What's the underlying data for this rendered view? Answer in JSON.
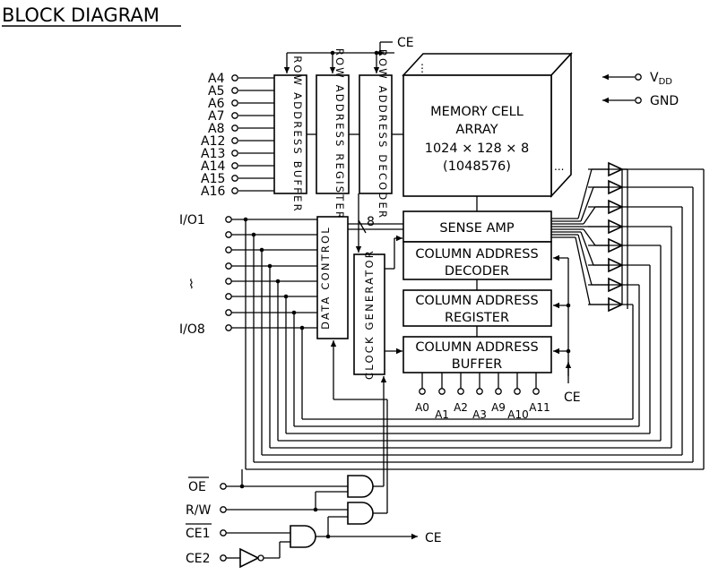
{
  "title": "BLOCK DIAGRAM",
  "address_pins": [
    "A4",
    "A5",
    "A6",
    "A7",
    "A8",
    "A12",
    "A13",
    "A14",
    "A15",
    "A16"
  ],
  "row_blocks": {
    "buffer": "ROW ADDRESS BUFFER",
    "register": "ROW ADDRESS REGISTER",
    "decoder": "ROW ADDRESS DECODER"
  },
  "ce_top": "CE",
  "power": {
    "vdd": "V",
    "vdd_sub": "DD",
    "gnd": "GND"
  },
  "memory": {
    "line1": "MEMORY CELL",
    "line2": "ARRAY",
    "line3": "1024 × 128 × 8",
    "line4": "(1048576)",
    "dots": "...",
    "vdots": "⋮"
  },
  "io_pins": {
    "first": "I/O1",
    "ellipsis": "⌇",
    "last": "I/O8"
  },
  "data_control": "DATA CONTROL",
  "clock_generator": "CLOCK GENERATOR",
  "bus_width": "8",
  "sense_amp": "SENSE AMP",
  "col_decoder": {
    "line1": "COLUMN ADDRESS",
    "line2": "DECODER"
  },
  "col_register": {
    "line1": "COLUMN ADDRESS",
    "line2": "REGISTER"
  },
  "col_buffer": {
    "line1": "COLUMN ADDRESS",
    "line2": "BUFFER"
  },
  "ce_right": "CE",
  "col_pins": [
    "A0",
    "A1",
    "A2",
    "A3",
    "A9",
    "A10",
    "A11"
  ],
  "controls": {
    "oe": "OE",
    "rw": "R/W",
    "ce1": "CE1",
    "ce2": "CE2",
    "ce_out": "CE"
  }
}
